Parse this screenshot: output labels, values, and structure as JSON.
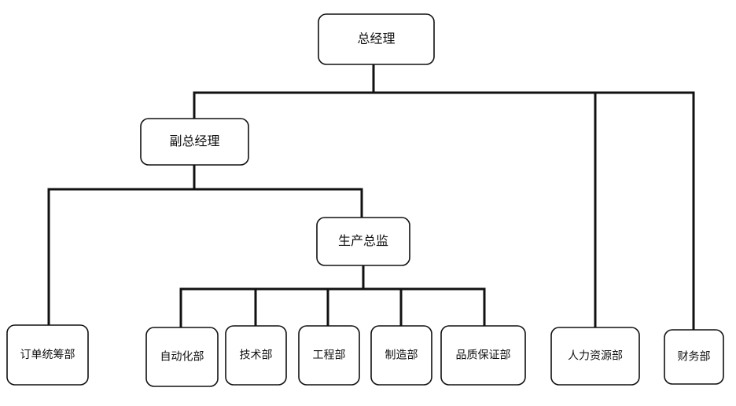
{
  "org_chart": {
    "general_manager": "总经理",
    "deputy_general_manager": "副总经理",
    "production_director": "生产总监",
    "order_planning_dept": "订单统筹部",
    "automation_dept": "自动化部",
    "technology_dept": "技术部",
    "engineering_dept": "工程部",
    "manufacturing_dept": "制造部",
    "quality_assurance_dept": "品质保证部",
    "human_resources_dept": "人力资源部",
    "finance_dept": "财务部"
  }
}
